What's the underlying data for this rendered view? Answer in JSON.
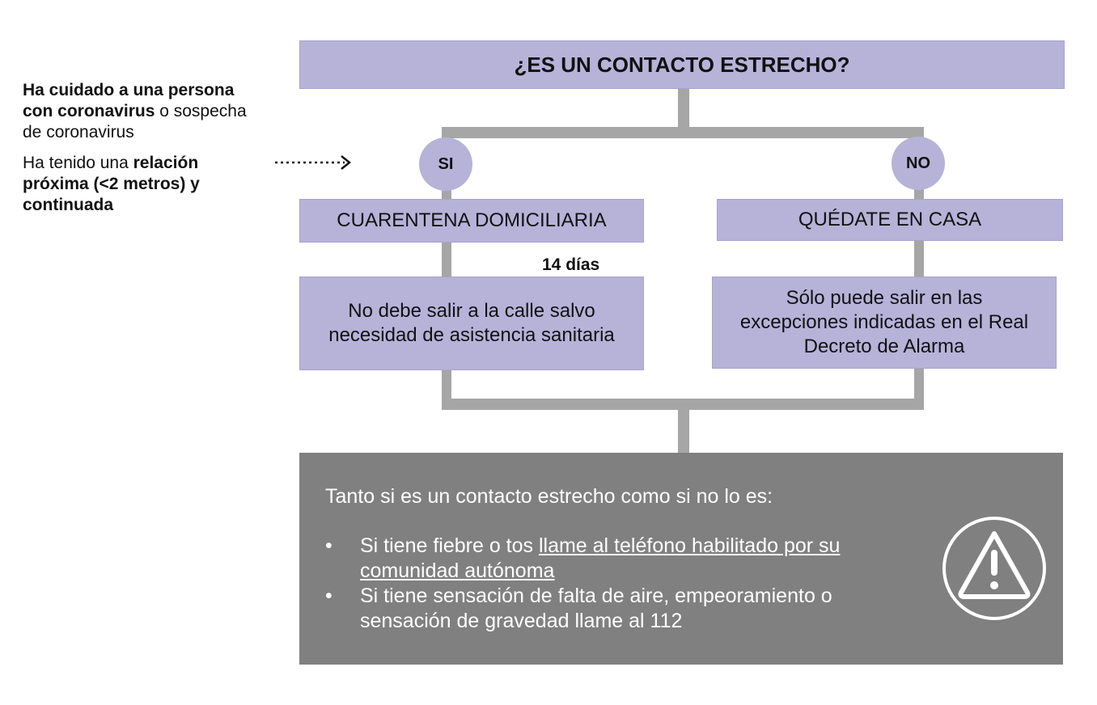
{
  "header": {
    "title": "¿ES UN CONTACTO ESTRECHO?"
  },
  "criteria": {
    "c1_bold": "Ha cuidado a una persona con coronavirus",
    "c1_rest": "o sospecha de coronavirus",
    "c2_prefix": "Ha tenido una ",
    "c2_bold": "relación próxima (<2 metros) y continuada"
  },
  "branches": {
    "yes": {
      "label": "SI",
      "box": "CUARENTENA DOMICILIARIA",
      "duration": "14 días",
      "detail": "No debe salir a la calle salvo necesidad de asistencia sanitaria"
    },
    "no": {
      "label": "NO",
      "box": "QUÉDATE EN CASA",
      "detail": "Sólo puede salir en las excepciones indicadas en el Real Decreto de Alarma"
    }
  },
  "info": {
    "title": "Tanto si es un contacto estrecho como si no lo es:",
    "bullet_char": "•",
    "b1_prefix": "Si tiene fiebre o tos ",
    "b1_link": "llame al teléfono habilitado por su comunidad autónoma",
    "b2": "Si tiene sensación de falta de aire, empeoramiento o sensación de gravedad llame al 112"
  },
  "icons": {
    "warning": "warning-icon",
    "arrow": "dotted-arrow-icon"
  },
  "colors": {
    "box": "#b7b2d8",
    "connector": "#a6a6a6",
    "info_bg": "#808080",
    "info_text": "#ffffff"
  }
}
